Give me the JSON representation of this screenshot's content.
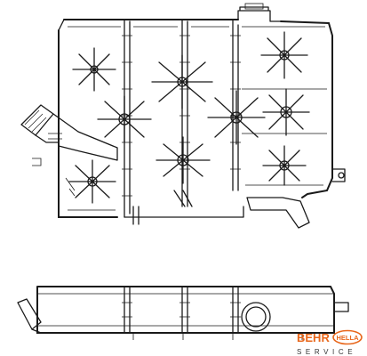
{
  "brand": {
    "behr": "BEHR",
    "hella": "HELLA",
    "service": "SERVICE",
    "color": "#e8661a"
  }
}
